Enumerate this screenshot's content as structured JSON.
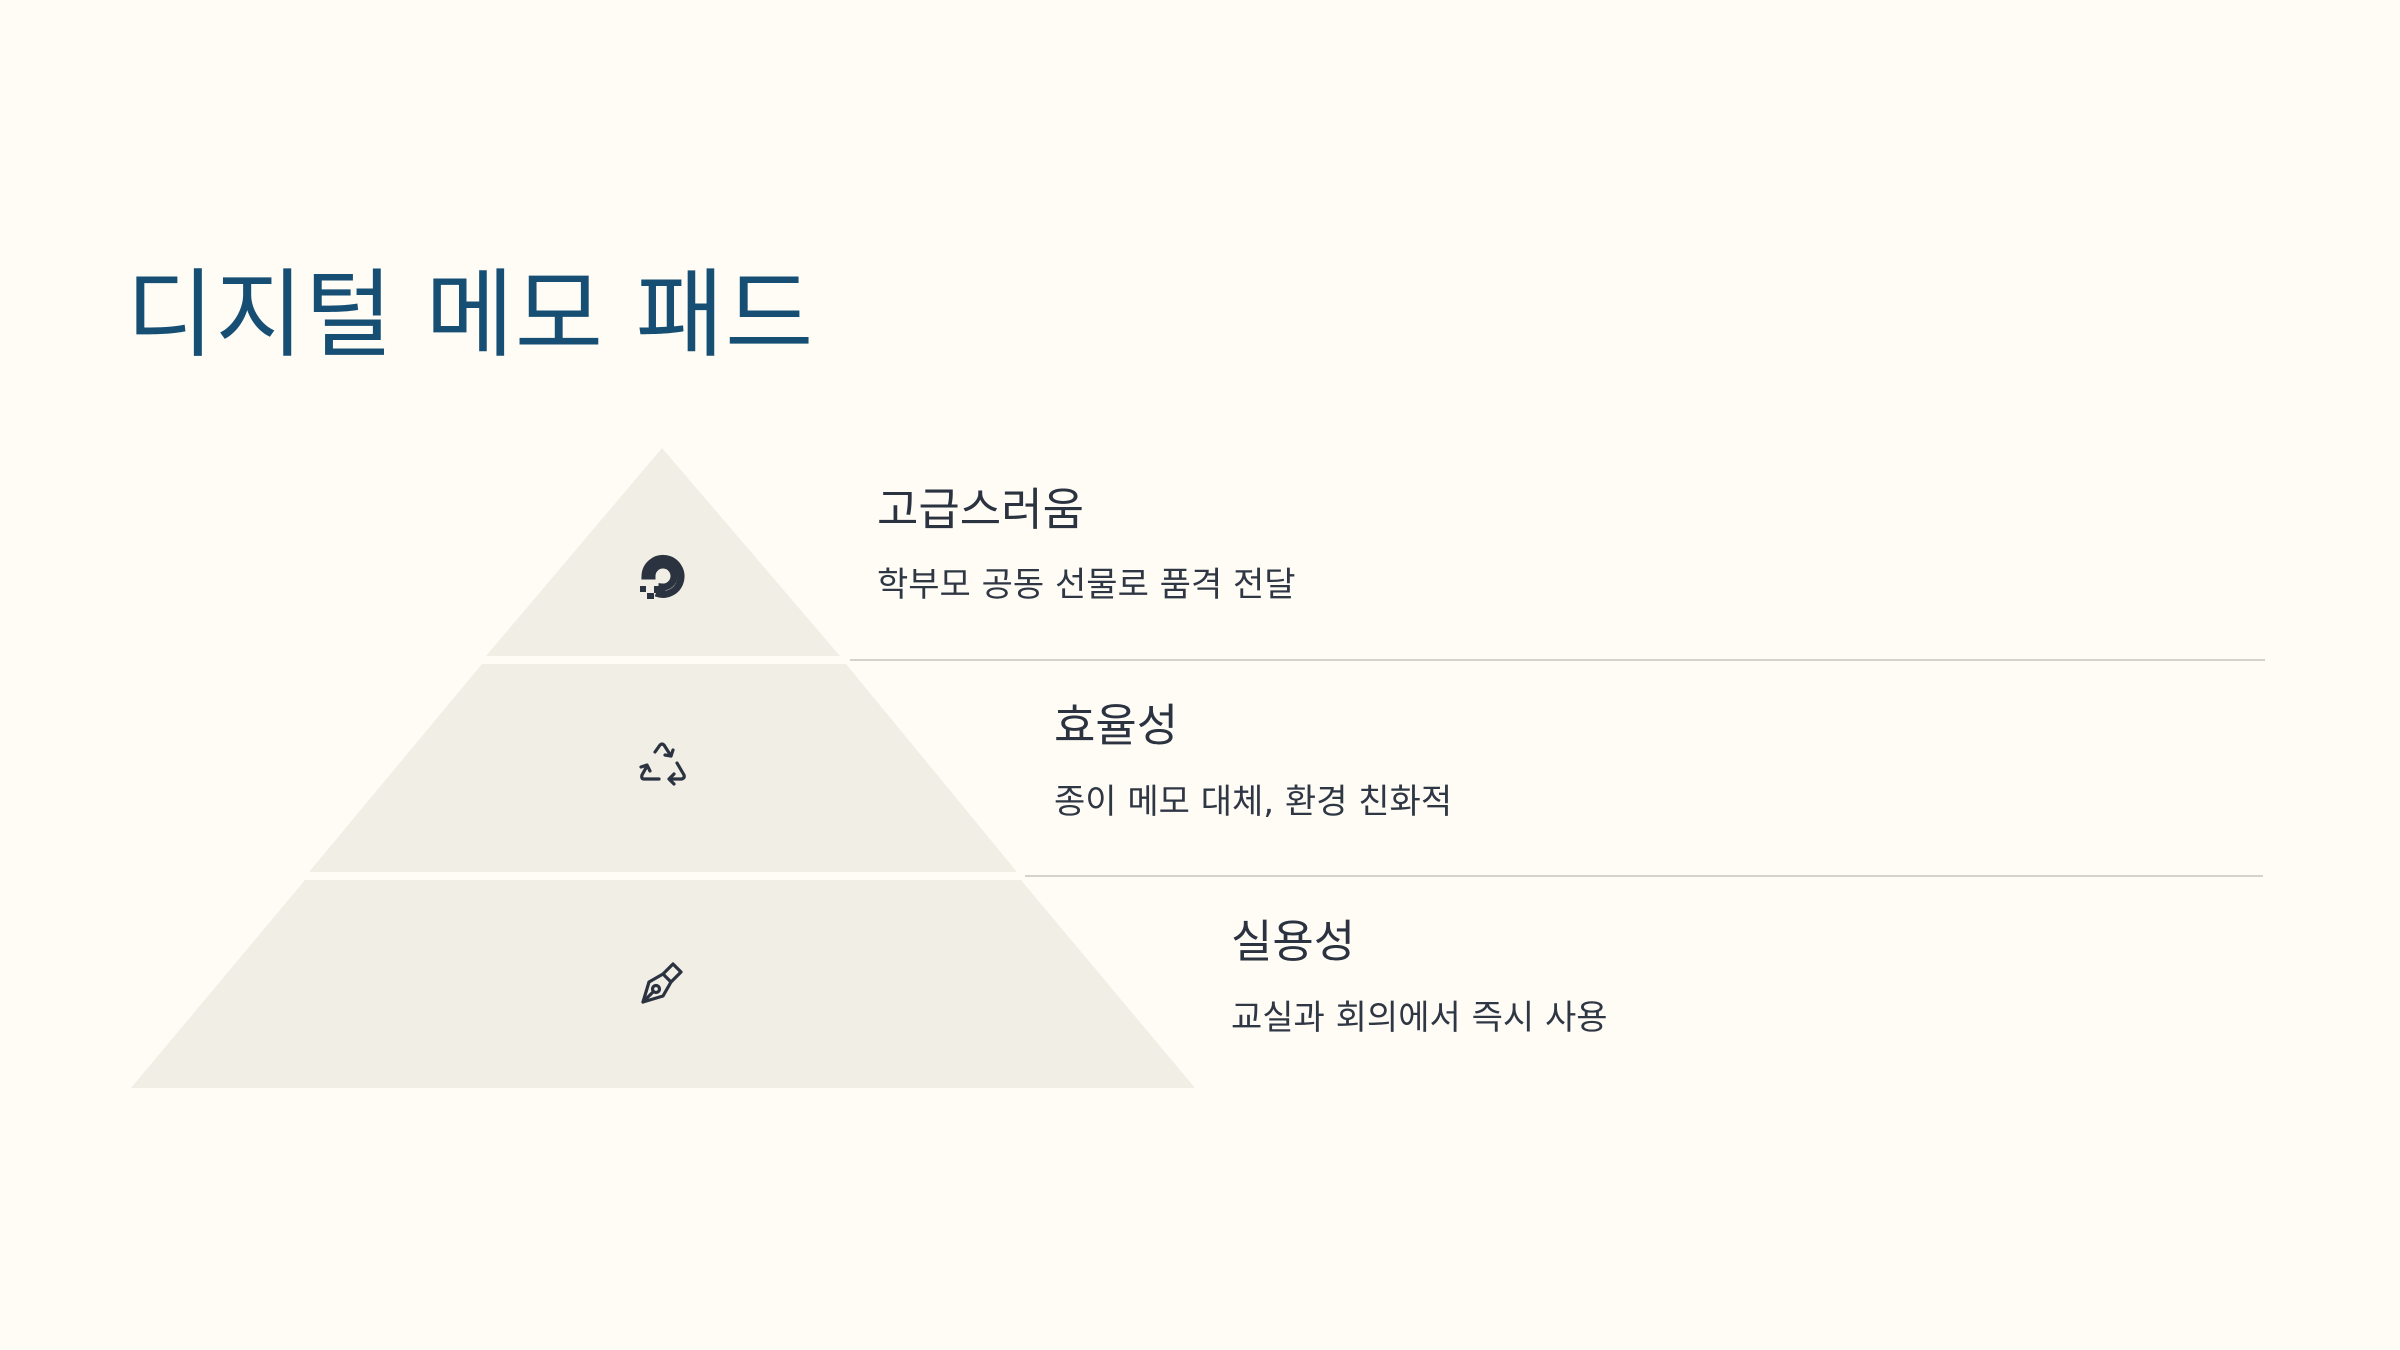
{
  "title": "디지털 메모 패드",
  "colors": {
    "background": "#fefcf5",
    "title": "#174f74",
    "tier_fill": "#f0eee5",
    "text": "#2b3240",
    "divider": "#d3d2cd"
  },
  "tiers": [
    {
      "label": "고급스러움",
      "description": "학부모 공동 선물로 품격 전달",
      "icon": "digitalocean-logo-icon"
    },
    {
      "label": "효율성",
      "description": "종이 메모 대체, 환경 친화적",
      "icon": "recycle-icon"
    },
    {
      "label": "실용성",
      "description": "교실과 회의에서 즉시 사용",
      "icon": "pen-nib-icon"
    }
  ]
}
